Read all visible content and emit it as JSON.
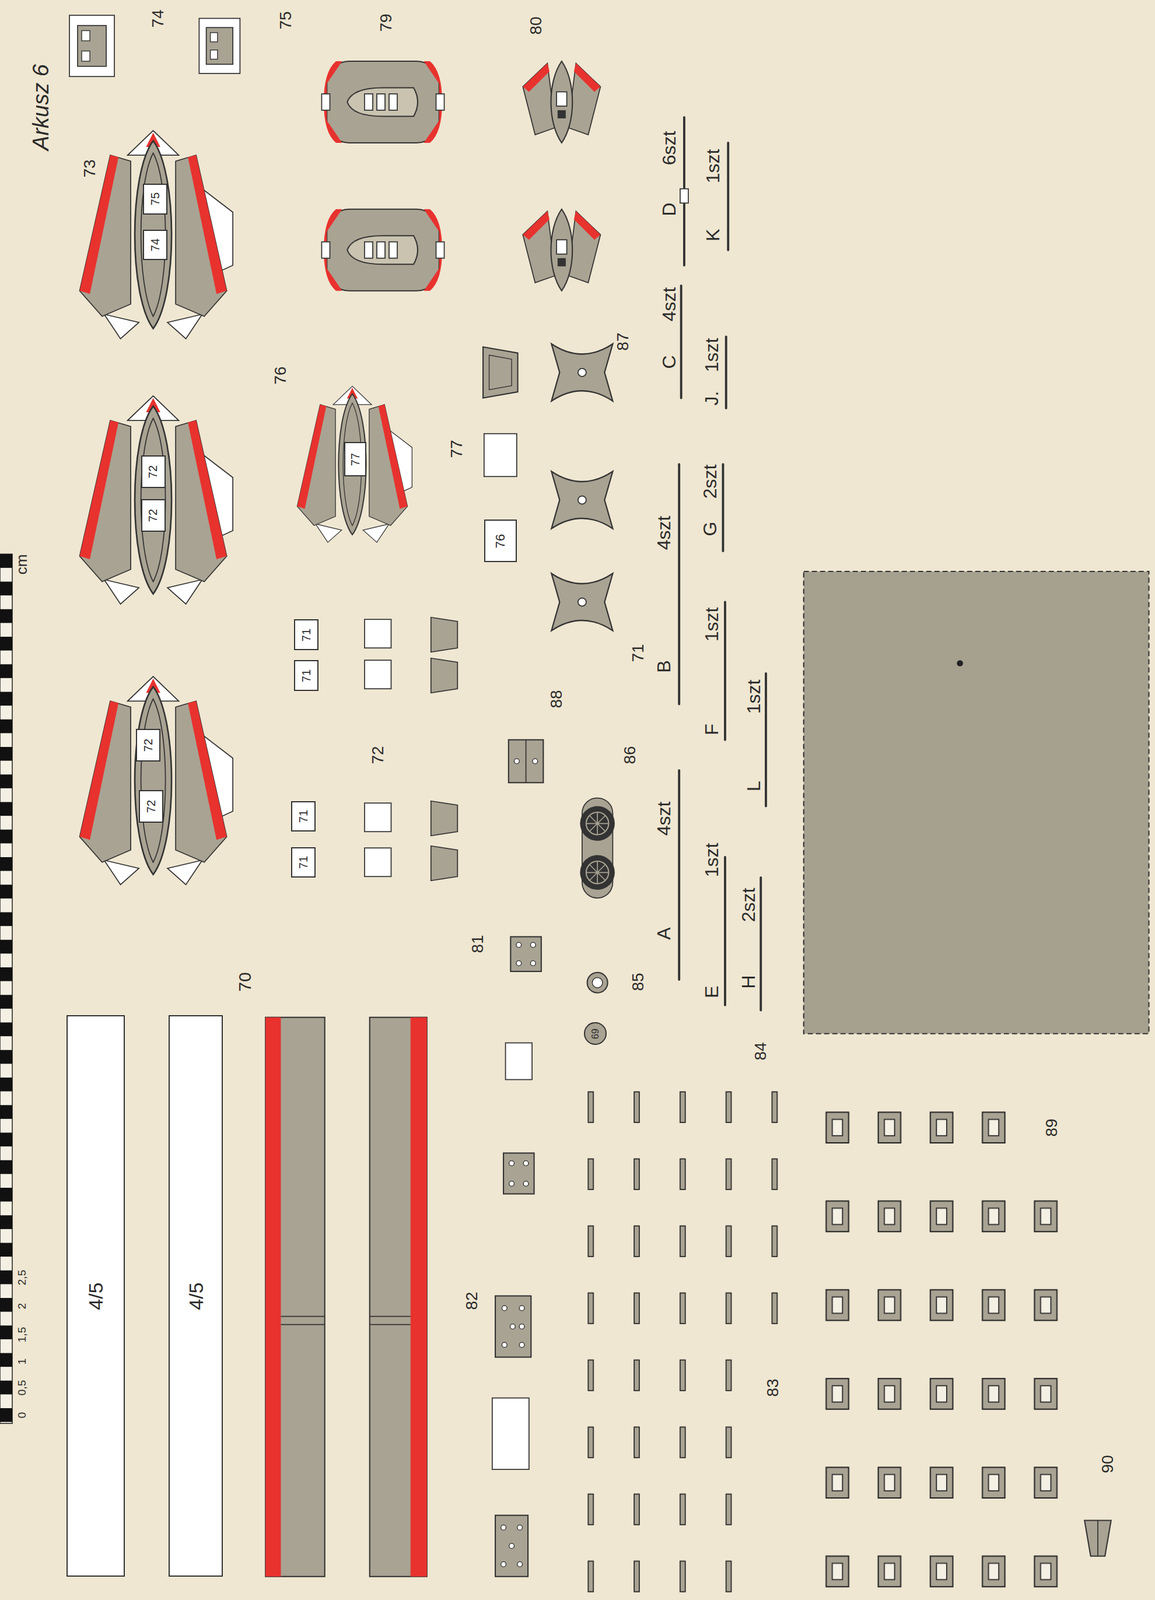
{
  "diagram": {
    "title": "Arkusz 6",
    "nodes": [
      {
        "text": [
          "75"
        ]
      },
      {
        "text": [
          "74"
        ]
      },
      {
        "text": [
          "72"
        ]
      },
      {
        "text": [
          "72"
        ]
      },
      {
        "text": [
          "72"
        ]
      },
      {
        "text": [
          "72"
        ]
      },
      {
        "text": [
          "4/5"
        ]
      },
      {
        "text": [
          "4/5"
        ]
      },
      {
        "text": [
          "77"
        ]
      },
      {
        "text": [
          "71"
        ]
      },
      {
        "text": [
          "71"
        ]
      },
      {
        "text": [
          "71"
        ]
      },
      {
        "text": [
          "71"
        ]
      },
      {
        "text": [
          "76"
        ]
      },
      {
        "text": [
          "69"
        ]
      }
    ],
    "labels": [
      "74",
      "75",
      "79",
      "80",
      "73",
      "cm",
      "0",
      "0,5",
      "1",
      "1,5",
      "2",
      "2,5",
      "76",
      "77",
      "87",
      "71",
      "72",
      "88",
      "86",
      "81",
      "85",
      "70",
      "84",
      "82",
      "83",
      "89",
      "90",
      "D",
      "6szt",
      "K",
      "1szt",
      "C",
      "4szt",
      "J.",
      "1szt",
      "B",
      "4szt",
      "G",
      "2szt",
      "F",
      "1szt",
      "L",
      "1szt",
      "A",
      "4szt",
      "E",
      "1szt",
      "H",
      "2szt"
    ]
  }
}
